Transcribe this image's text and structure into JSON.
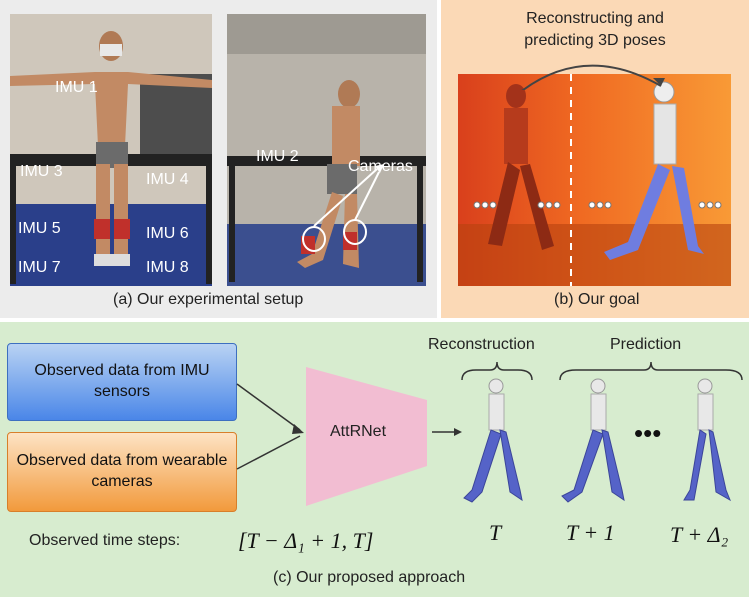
{
  "panel_a": {
    "imu_labels": [
      "IMU 1",
      "IMU 2",
      "IMU 3",
      "IMU 4",
      "IMU 5",
      "IMU 6",
      "IMU 7",
      "IMU 8"
    ],
    "cameras_label": "Cameras",
    "caption": "(a) Our experimental setup"
  },
  "panel_b": {
    "title_line1": "Reconstructing and",
    "title_line2": "predicting 3D poses",
    "caption": "(b) Our goal"
  },
  "panel_c": {
    "imu_box": "Observed data from IMU sensors",
    "camera_box": "Observed data from wearable cameras",
    "model_name": "AttRNet",
    "reconstruction_label": "Reconstruction",
    "prediction_label": "Prediction",
    "ellipsis": "•••",
    "observed_label": "Observed time steps:",
    "observed_range": "[T − Δ₁ + 1, T]",
    "time_labels": [
      "T",
      "T + 1",
      "T + Δ₂"
    ],
    "caption": "(c) Our proposed approach"
  },
  "colors": {
    "imu_box_from": "#b9d3f3",
    "imu_box_to": "#4a86e8",
    "camera_box_from": "#fde3c4",
    "camera_box_to": "#f29a3c",
    "model_fill": "#f2bdd2",
    "skeleton_blue": "#5563c8"
  }
}
